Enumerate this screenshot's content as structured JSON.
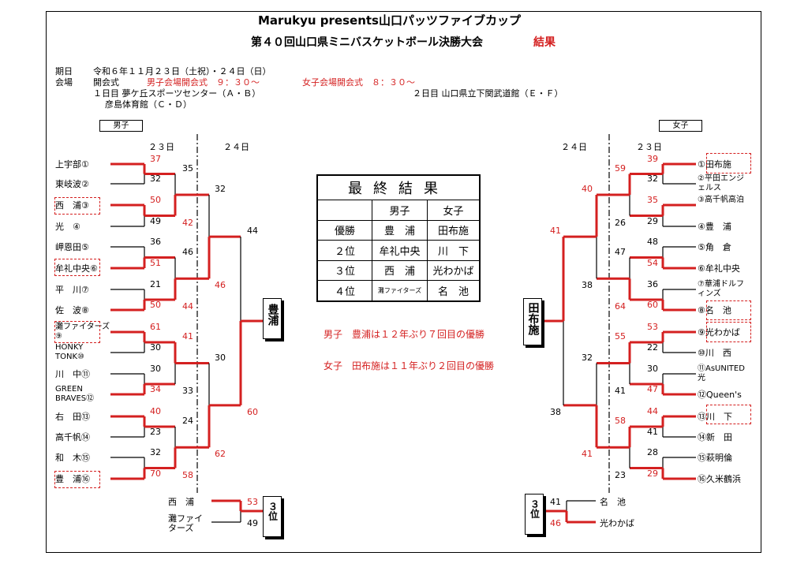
{
  "header": {
    "title": "Marukyu presents山口パッツファイブカップ",
    "subtitle": "第４０回山口県ミニバスケットボール決勝大会",
    "result": "結果"
  },
  "info": {
    "date_label": "期日",
    "date": "令和６年１１月２３日（土祝）・２４日（日）",
    "venue_label": "会場",
    "ceremony": "開会式",
    "boys_open": "男子会場開会式　９：３０～",
    "girls_open": "女子会場開会式　８：３０～",
    "day1": "１日目 夢ケ丘スポーツセンター（Ａ・Ｂ）",
    "day1b": "彦島体育館（Ｃ・Ｄ）",
    "day2": "２日目 山口県立下関武道館（Ｅ・Ｆ）"
  },
  "labels": {
    "boys": "男子",
    "girls": "女子",
    "d23": "２３日",
    "d24": "２４日"
  },
  "boys_teams": [
    "上宇部①",
    "東岐波②",
    "西　浦③",
    "光　④",
    "岬恩田⑤",
    "牟礼中央⑥",
    "平　川⑦",
    "佐　波⑧",
    "灘ファイターズ⑨",
    "HONKY TONK⑩",
    "川　中⑪",
    "GREEN BRAVES⑫",
    "右　田⑬",
    "高千帆⑭",
    "和　木⑮",
    "豊　浦⑯"
  ],
  "boys_scores": {
    "r1": [
      "37",
      "32",
      "50",
      "49",
      "36",
      "51",
      "21",
      "50",
      "61",
      "30",
      "30",
      "34",
      "40",
      "23",
      "32",
      "70"
    ],
    "r2": [
      "35",
      "42",
      "46",
      "44",
      "41",
      "33",
      "24",
      "58"
    ],
    "r3": [
      "32",
      "46",
      "30",
      "62"
    ],
    "r4": [
      "44",
      "60"
    ],
    "third": [
      "53",
      "49"
    ]
  },
  "boys_champion": "豊浦",
  "girls_teams": [
    "①田布施",
    "②平田エンジェルス",
    "③高千帆高泊",
    "④豊　浦",
    "⑤角　倉",
    "⑥牟礼中央",
    "⑦華浦ドルフィンズ",
    "⑧名　池",
    "⑨光わかば",
    "⑩川　西",
    "⑪AsUNITED光",
    "⑫Queen's",
    "⑬川　下",
    "⑭新　田",
    "⑮萩明倫",
    "⑯久米鶴浜"
  ],
  "girls_scores": {
    "r1": [
      "39",
      "32",
      "35",
      "29",
      "48",
      "54",
      "36",
      "60",
      "53",
      "22",
      "30",
      "47",
      "44",
      "41",
      "28",
      "29"
    ],
    "r2": [
      "59",
      "26",
      "47",
      "64",
      "55",
      "41",
      "58",
      "23"
    ],
    "r3": [
      "40",
      "38",
      "32",
      "41"
    ],
    "r4": [
      "41",
      "38"
    ],
    "third": [
      "41",
      "46"
    ]
  },
  "girls_champion": "田布施",
  "third_place": {
    "label": "３位",
    "boys": [
      "西　浦",
      "灘ファイターズ"
    ],
    "girls": [
      "名　池",
      "光わかば"
    ]
  },
  "final_table": {
    "title": "最終結果",
    "head": [
      "男子",
      "女子"
    ],
    "rows": [
      [
        "優勝",
        "豊　浦",
        "田布施"
      ],
      [
        "２位",
        "牟礼中央",
        "川　下"
      ],
      [
        "３位",
        "西　浦",
        "光わかば"
      ],
      [
        "４位",
        "灘ファイターズ",
        "名　池"
      ]
    ]
  },
  "notes": {
    "boys": "男子　豊浦は１２年ぶり７回目の優勝",
    "girls": "女子　田布施は１１年ぶり２回目の優勝"
  },
  "colors": {
    "win": "#d42020",
    "line": "#000000"
  }
}
